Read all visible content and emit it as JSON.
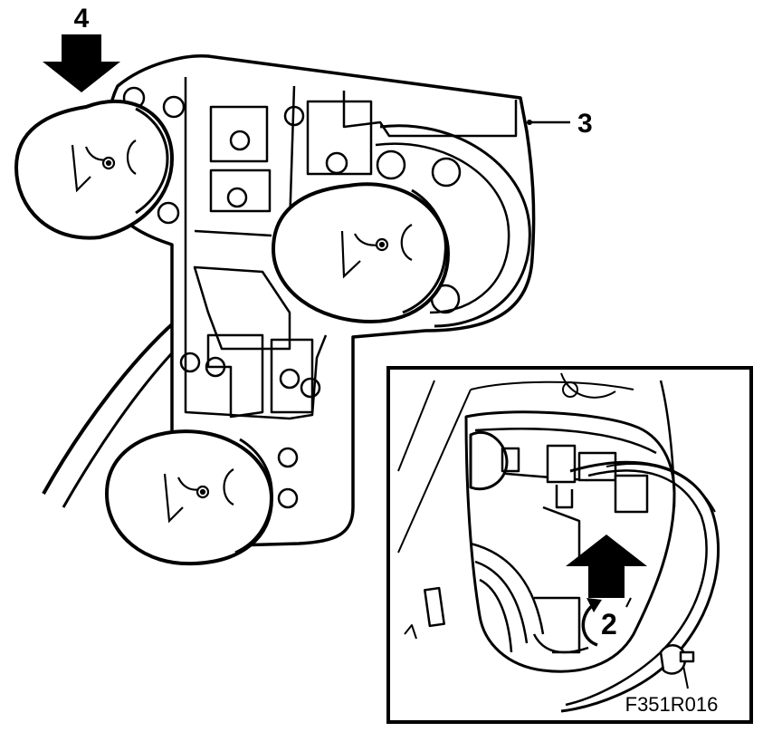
{
  "callouts": {
    "label_4": "4",
    "label_3": "3",
    "label_2": "2"
  },
  "figure_code": "F351R016",
  "icons": [
    "down-arrow-icon",
    "up-arrow-icon",
    "rotate-arrow-icon"
  ]
}
